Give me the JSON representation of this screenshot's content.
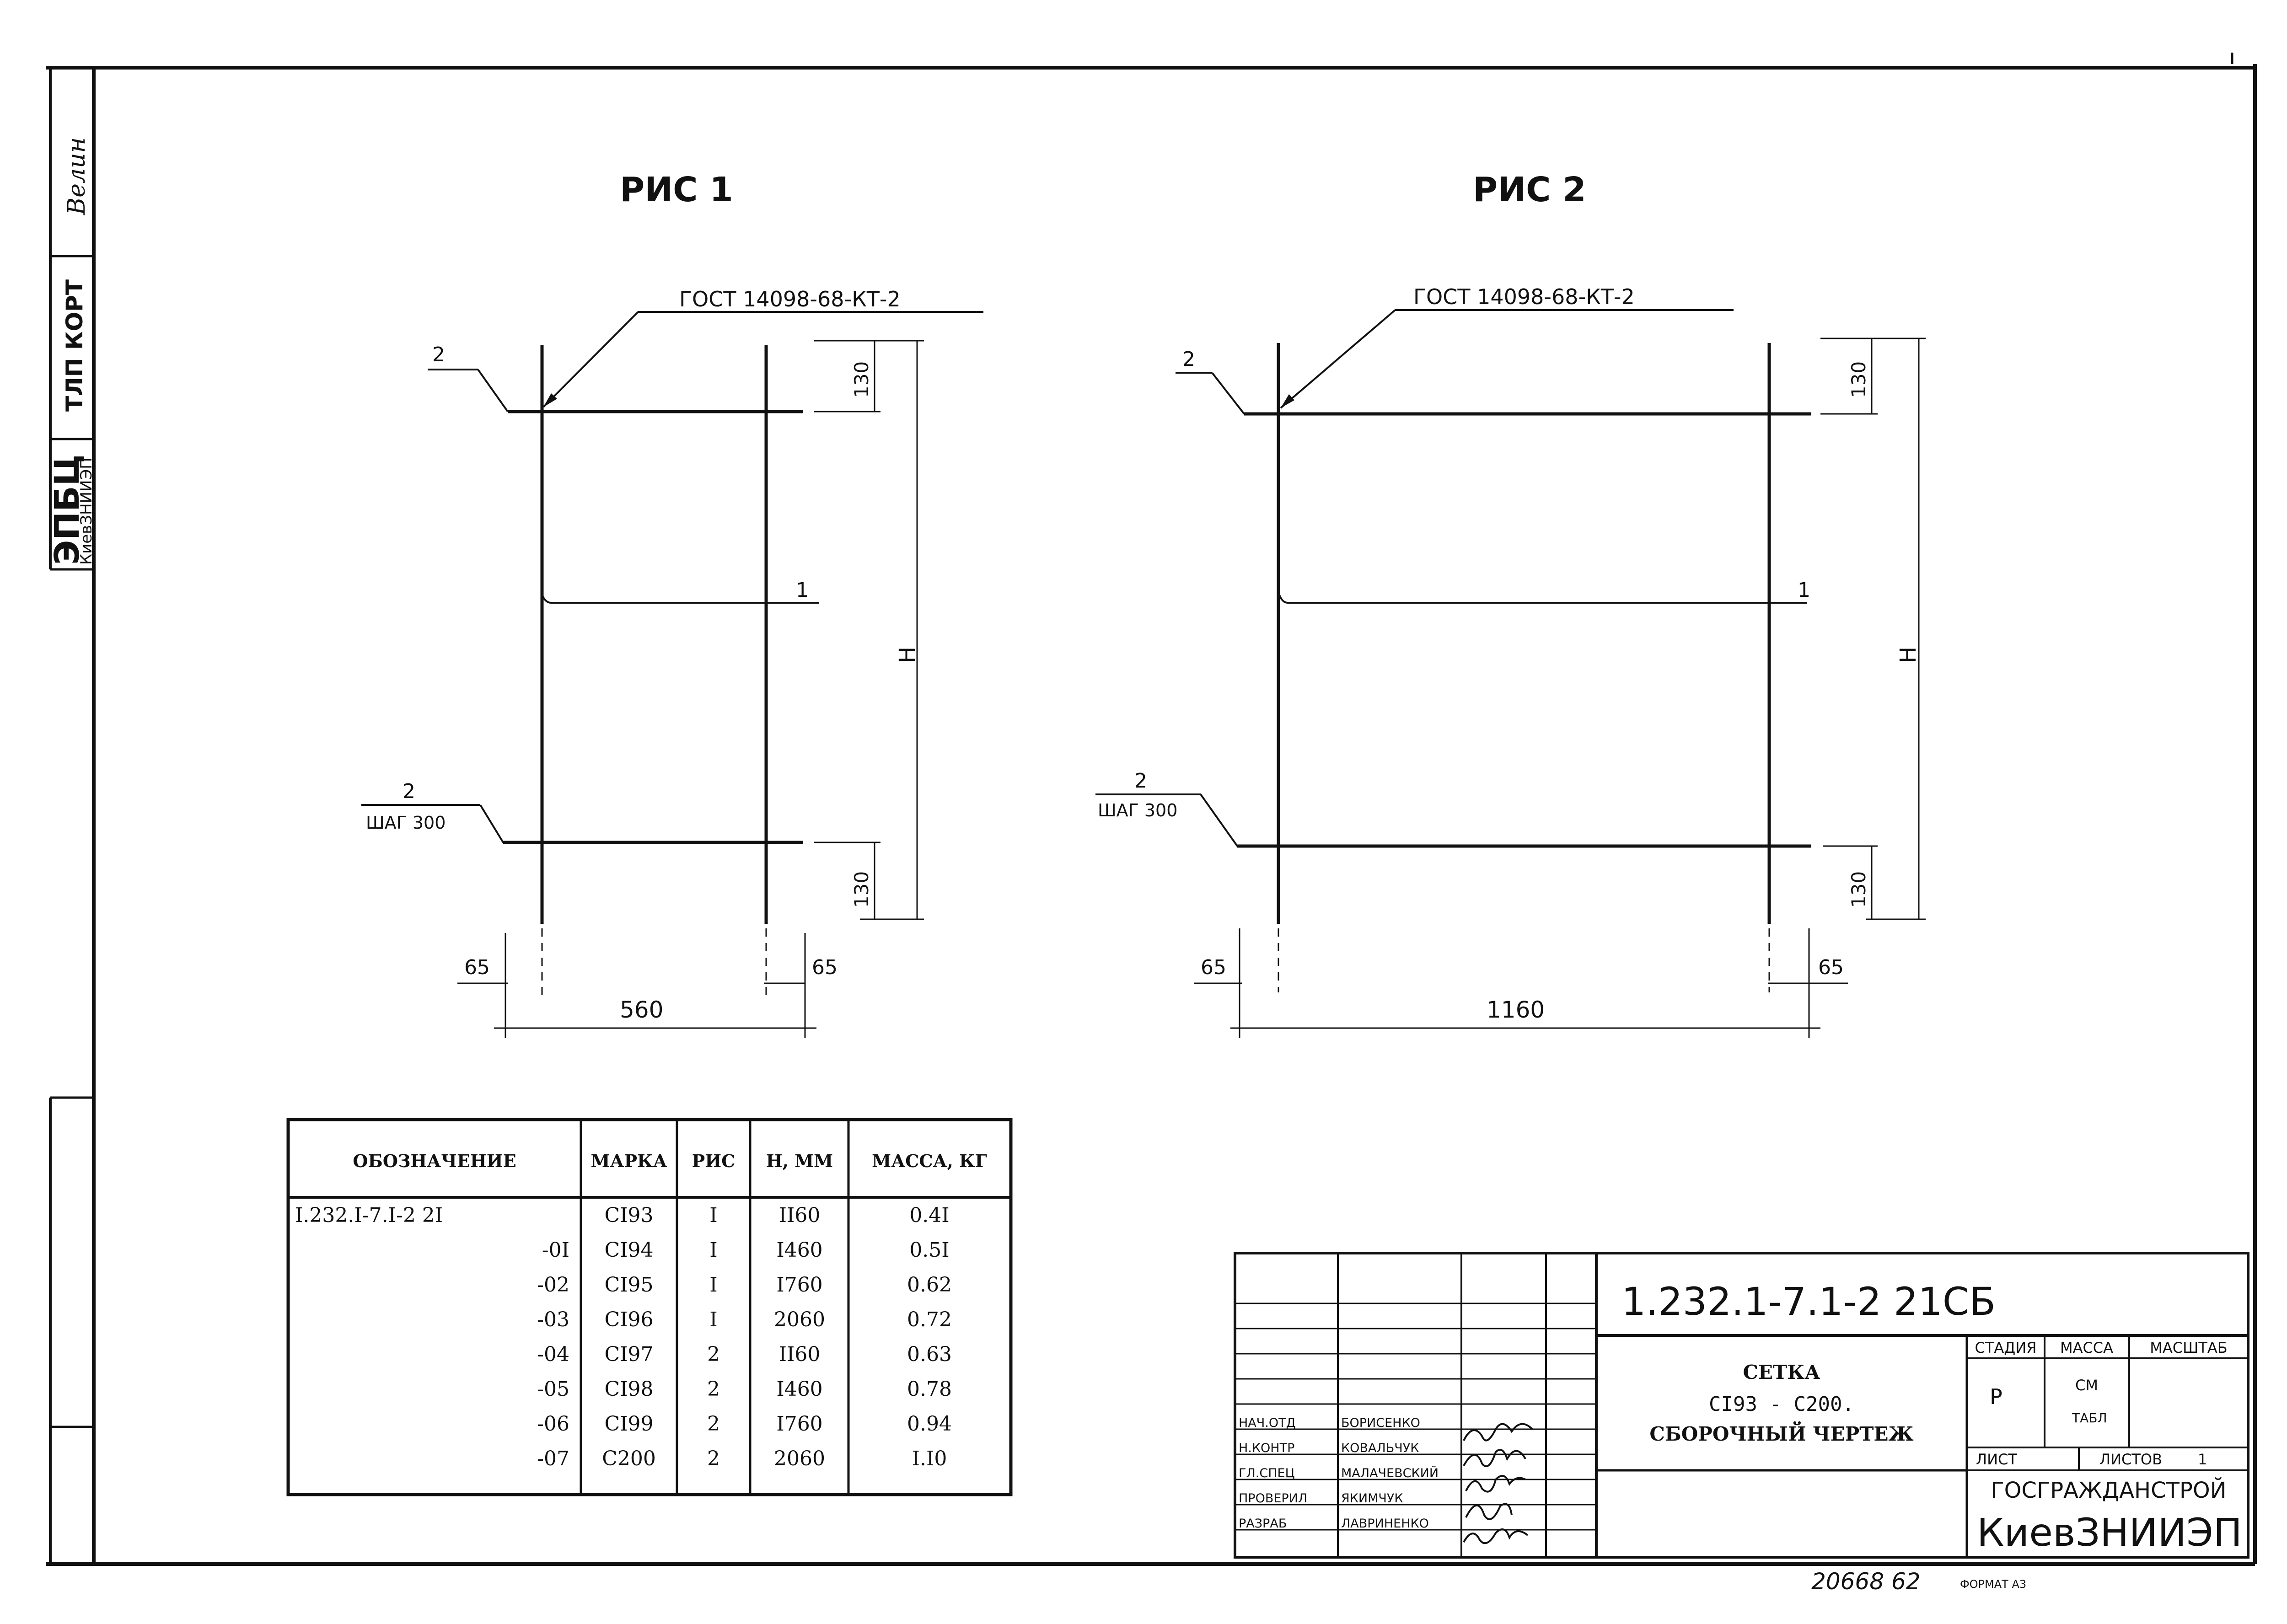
{
  "side_stamp": {
    "signature": "Велин",
    "tlp_kort": "ТЛП КОРТ",
    "org_code": "ЭПБЦ",
    "org_name": "КиевЗНИИЭП"
  },
  "fig1": {
    "title": "РИС 1",
    "gost": "ГОСТ 14098-68-КТ-2",
    "pos_top": "2",
    "pos_mid": "1",
    "pos_bottom": "2",
    "step": "ШАГ 300",
    "dim_top": "130",
    "dim_bottom": "130",
    "dim_height": "Н",
    "dim_left": "65",
    "dim_right": "65",
    "dim_width": "560"
  },
  "fig2": {
    "title": "РИС 2",
    "gost": "ГОСТ 14098-68-КТ-2",
    "pos_top": "2",
    "pos_mid": "1",
    "pos_bottom": "2",
    "step": "ШАГ 300",
    "dim_top": "130",
    "dim_bottom": "130",
    "dim_height": "Н",
    "dim_left": "65",
    "dim_right": "65",
    "dim_width": "1160"
  },
  "spec_table": {
    "headers": [
      "ОБОЗНАЧЕНИЕ",
      "МАРКА",
      "РИС",
      "Н, ММ",
      "МАССА, КГ"
    ],
    "rows": [
      {
        "designation": "I.232.I-7.I-2 2I",
        "mark": "CI93",
        "fig": "I",
        "h": "II60",
        "mass": "0.4I"
      },
      {
        "designation": "-0I",
        "mark": "CI94",
        "fig": "I",
        "h": "I460",
        "mass": "0.5I"
      },
      {
        "designation": "-02",
        "mark": "CI95",
        "fig": "I",
        "h": "I760",
        "mass": "0.62"
      },
      {
        "designation": "-03",
        "mark": "CI96",
        "fig": "I",
        "h": "2060",
        "mass": "0.72"
      },
      {
        "designation": "-04",
        "mark": "CI97",
        "fig": "2",
        "h": "II60",
        "mass": "0.63"
      },
      {
        "designation": "-05",
        "mark": "CI98",
        "fig": "2",
        "h": "I460",
        "mass": "0.78"
      },
      {
        "designation": "-06",
        "mark": "CI99",
        "fig": "2",
        "h": "I760",
        "mass": "0.94"
      },
      {
        "designation": "-07",
        "mark": "C200",
        "fig": "2",
        "h": "2060",
        "mass": "I.I0"
      }
    ]
  },
  "title_block": {
    "doc_number": "1.232.1-7.1-2   21СБ",
    "title_line1": "СЕТКА",
    "title_line2": "CI93 - C200.",
    "title_line3": "СБОРОЧНЫЙ ЧЕРТЕЖ",
    "col_stage": "СТАДИЯ",
    "col_mass": "МАССА",
    "col_scale": "МАСШТАБ",
    "stage": "Р",
    "mass_line1": "СМ",
    "mass_line2": "ТАБЛ",
    "sheet_label": "ЛИСТ",
    "sheets_label": "ЛИСТОВ",
    "sheets_value": "1",
    "org_line1": "ГОСГРАЖДАНСТРОЙ",
    "org_line2": "КиевЗНИИЭП",
    "signers": [
      {
        "role": "НАЧ.ОТД",
        "name": "БОРИСЕНКО"
      },
      {
        "role": "Н.КОНТР",
        "name": "КОВАЛЬЧУК"
      },
      {
        "role": "ГЛ.СПЕЦ",
        "name": "МАЛАЧЕВСКИЙ"
      },
      {
        "role": "ПРОВЕРИЛ",
        "name": "ЯКИМЧУК"
      },
      {
        "role": "РАЗРАБ",
        "name": "ЛАВРИНЕНКО"
      }
    ]
  },
  "footer": {
    "inventory": "20668  62",
    "format": "ФОРМАТ А3"
  }
}
